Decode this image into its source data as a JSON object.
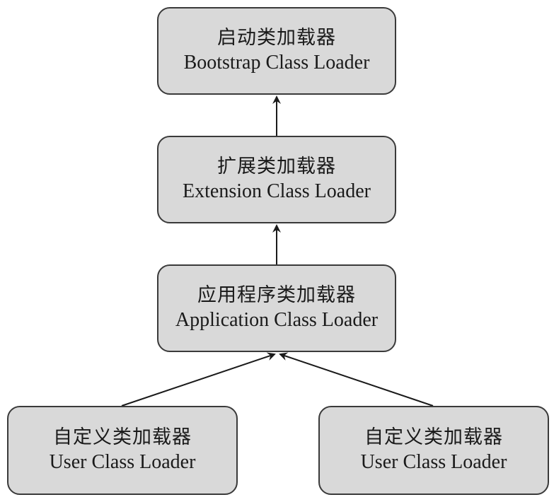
{
  "nodes": {
    "bootstrap": {
      "cn": "启动类加载器",
      "en": "Bootstrap Class Loader"
    },
    "extension": {
      "cn": "扩展类加载器",
      "en": "Extension Class Loader"
    },
    "application": {
      "cn": "应用程序类加载器",
      "en": "Application Class Loader"
    },
    "user_left": {
      "cn": "自定义类加载器",
      "en": "User Class Loader"
    },
    "user_right": {
      "cn": "自定义类加载器",
      "en": "User Class Loader"
    }
  },
  "colors": {
    "node_fill": "#d9d9d9",
    "node_border": "#3a3a3a",
    "arrow": "#1a1a1a"
  }
}
